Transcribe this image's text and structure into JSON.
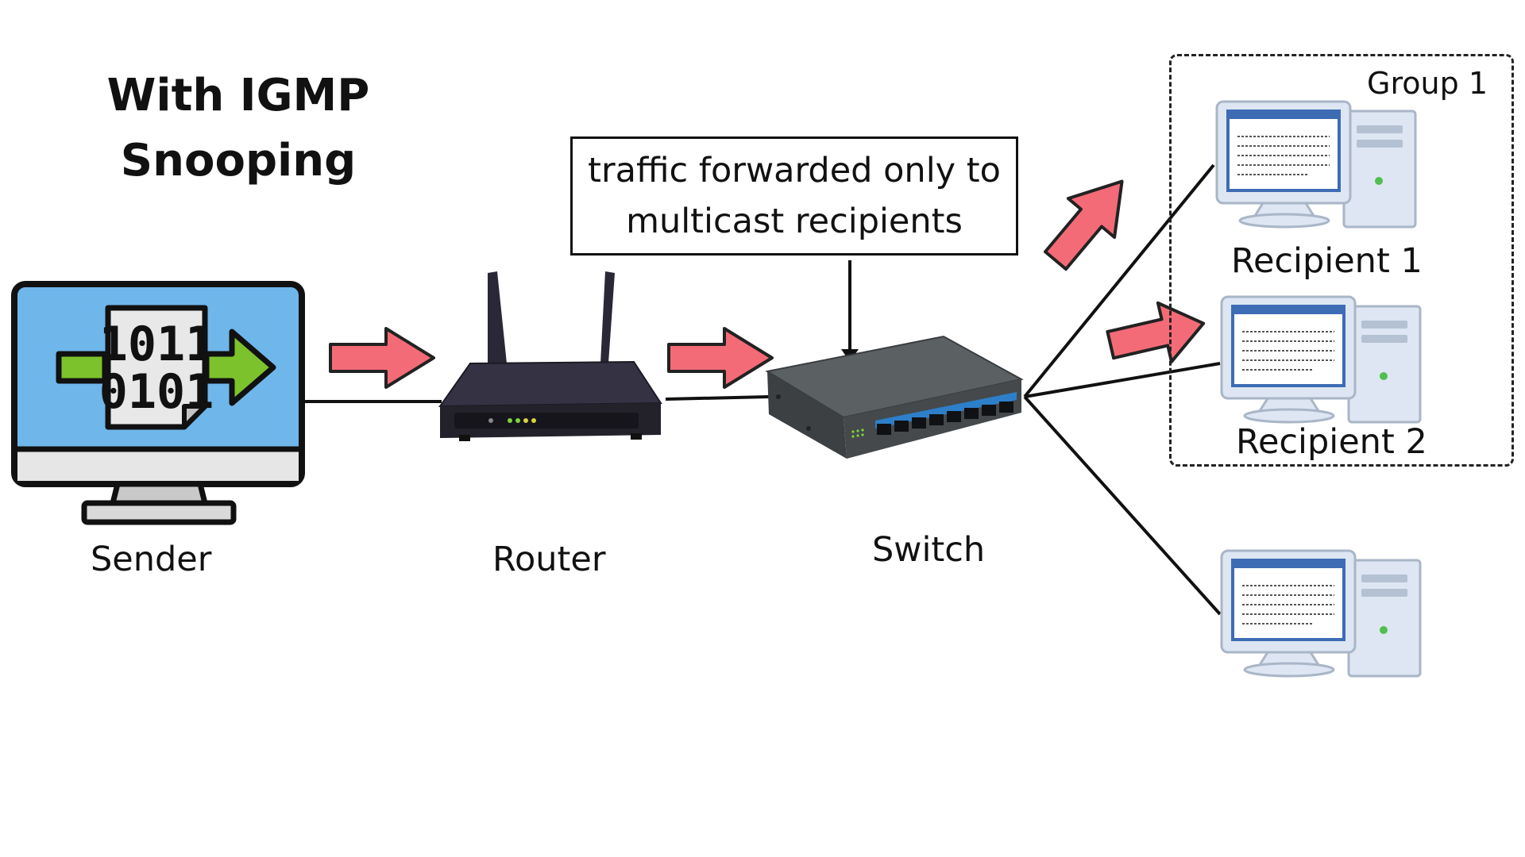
{
  "title": {
    "line1": "With IGMP",
    "line2": "Snooping"
  },
  "callout": {
    "line1": "traffic forwarded only to",
    "line2": "multicast recipients"
  },
  "group": {
    "label": "Group 1"
  },
  "nodes": {
    "sender": "Sender",
    "router": "Router",
    "switch": "Switch",
    "recipient1": "Recipient 1",
    "recipient2": "Recipient 2"
  },
  "colors": {
    "arrow_fill": "#f46b78",
    "monitor_screen": "#6fb6ea",
    "data_arrow": "#7cc22c",
    "pc_body": "#dde6f2",
    "switch_body": "#4e5356",
    "switch_ports": "#2d7fc9"
  }
}
